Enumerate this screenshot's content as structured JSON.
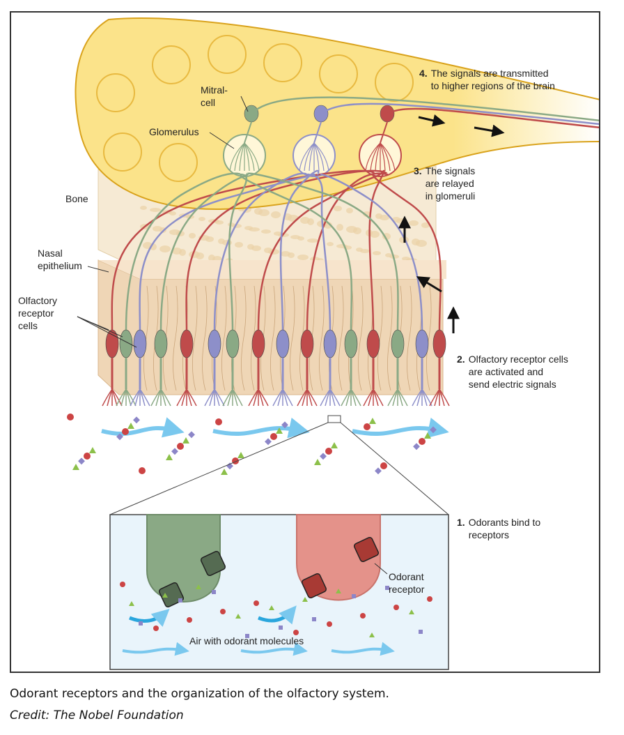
{
  "colors": {
    "bulb": "#fbe38a",
    "bulb_edge": "#d9a21b",
    "bone": "#f6ead4",
    "epithelium": "#efd6b6",
    "green_neuron": "#8aa985",
    "red_neuron": "#bf4b4b",
    "purple_neuron": "#8d8fc9",
    "air": "#7ac8ee",
    "inset_bg": "#e9f4fb"
  },
  "labels": {
    "mitral": "Mitral-\ncell",
    "glomerulus": "Glomerulus",
    "bone": "Bone",
    "nasal": "Nasal\nepithelium",
    "olfactory_cells": "Olfactory\nreceptor\ncells",
    "odorant_receptor": "Odorant\nreceptor",
    "air": "Air with odorant molecules"
  },
  "steps": [
    {
      "num": "4.",
      "text": "The signals are transmitted\nto higher regions of the brain"
    },
    {
      "num": "3.",
      "text": "The signals\nare relayed\nin glomeruli"
    },
    {
      "num": "2.",
      "text": "Olfactory receptor cells\nare activated and\nsend electric signals"
    },
    {
      "num": "1.",
      "text": "Odorants bind to\nreceptors"
    }
  ],
  "caption": "Odorant receptors and the organization of the olfactory system.",
  "credit": "Credit: The Nobel Foundation"
}
